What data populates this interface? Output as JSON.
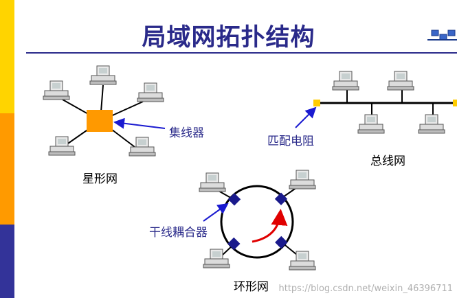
{
  "title": "局域网拓扑结构",
  "star": {
    "caption": "星形网",
    "hub_label": "集线器"
  },
  "bus": {
    "caption": "总线网",
    "terminator_label": "匹配电阻"
  },
  "ring": {
    "caption": "环形网",
    "coupler_label": "干线耦合器"
  },
  "watermark": "https://blog.csdn.net/weixin_46396711",
  "colors": {
    "title": "#2A2A8A",
    "hub": "#FF9900",
    "coupler": "#1A1A8C",
    "arrow_label": "#1A1AD0",
    "ring_arrow": "#E00000",
    "terminator": "#FFCC00",
    "side_yellow": "#FFD400",
    "side_orange": "#FF9A00",
    "side_blue": "#333399"
  }
}
